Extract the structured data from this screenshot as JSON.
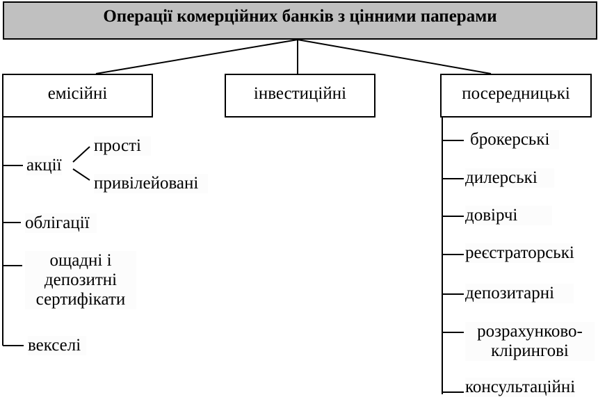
{
  "title": "Операції комерційних банків з цінними паперами",
  "categories": {
    "emission": "емісійні",
    "investment": "інвестиційні",
    "intermediary": "посередницькі"
  },
  "emission_items": {
    "shares": "акції",
    "shares_simple": "прості",
    "shares_preferred": "привілейовані",
    "bonds": "облігації",
    "certificates": [
      "ощадні і",
      "депозитні",
      "сертифікати"
    ],
    "bills": "векселі"
  },
  "intermediary_items": {
    "brokerage": "брокерські",
    "dealer": "дилерські",
    "trust": "довірчі",
    "registrar": "реєстраторські",
    "depository": "депозитарні",
    "clearing": [
      "розрахунково-",
      "клірингові"
    ],
    "consulting": "консультаційні"
  }
}
